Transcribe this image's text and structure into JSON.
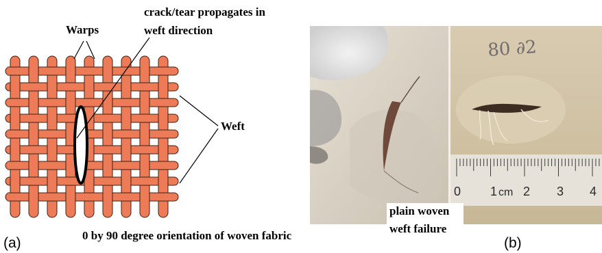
{
  "panel_a": {
    "label": "(a)",
    "warps_label": "Warps",
    "weft_label": "Weft",
    "crack_label_line1": "crack/tear propagates in",
    "crack_label_line2": "weft direction",
    "caption": "0 by 90 degree orientation of woven fabric"
  },
  "panel_b": {
    "label": "(b)",
    "ruler_numbers": [
      "0",
      "1",
      "cm",
      "2",
      "3",
      "4"
    ],
    "ruler_prefix": "0",
    "stamp_text": "80 ∂2",
    "failure_label_line1": "plain woven",
    "failure_label_line2": "weft failure"
  },
  "colors": {
    "yarn_fill": "#ee7b57",
    "yarn_edge": "#3a2016",
    "fabric_left": "#d9d2c4",
    "fabric_right": "#d1c3a6",
    "ruler": "#e9e6df"
  }
}
